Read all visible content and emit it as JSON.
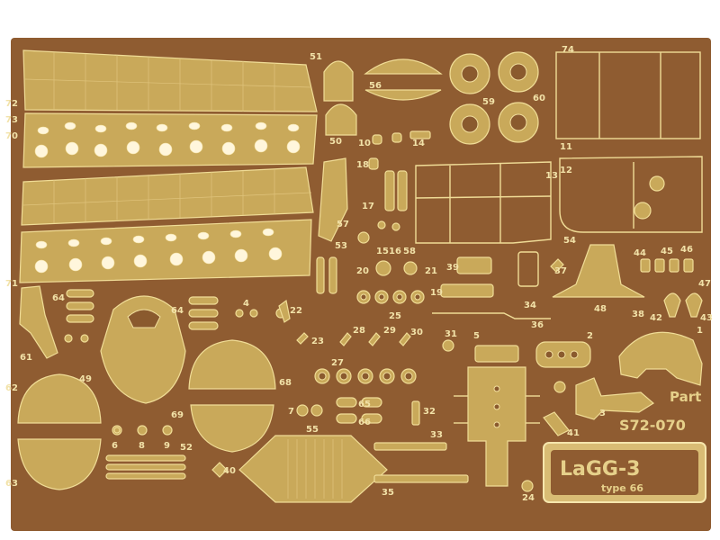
{
  "sheet": {
    "code": "S72-070",
    "part_text": "Part",
    "plate_title": "LaGG-3",
    "plate_subtitle": "type 66",
    "colors": {
      "fret": "#8f5c31",
      "brass": "#e8cf8a",
      "background": "#ffffff"
    }
  },
  "part_numbers": {
    "n72": "72",
    "n73": "73",
    "n70": "70",
    "n71": "71",
    "n51": "51",
    "n50": "50",
    "n56": "56",
    "n57": "57",
    "n53": "53",
    "n59": "59",
    "n60": "60",
    "n74": "74",
    "n10": "10",
    "n14": "14",
    "n18": "18",
    "n12": "12",
    "n13": "13",
    "n17": "17",
    "n15": "15",
    "n16": "16",
    "n58": "58",
    "n54": "54",
    "n64": "64",
    "n4": "4",
    "n22": "22",
    "n61": "61",
    "n49": "49",
    "n68": "68",
    "n62": "62",
    "n69": "69",
    "n63": "63",
    "n20": "20",
    "n21": "21",
    "n25": "25",
    "n39": "39",
    "n19": "19",
    "n34": "34",
    "n37": "37",
    "n36": "36",
    "n44": "44",
    "n45": "45",
    "n46": "46",
    "n47": "47",
    "n48": "48",
    "n38": "38",
    "n42": "42",
    "n43": "43",
    "n23": "23",
    "n28": "28",
    "n29": "29",
    "n30": "30",
    "n31": "31",
    "n5": "5",
    "n2": "2",
    "n27": "27",
    "n1": "1",
    "n7": "7",
    "n65": "65",
    "n66": "66",
    "n32": "32",
    "n3": "3",
    "n41": "41",
    "n6": "6",
    "n8": "8",
    "n9": "9",
    "n52": "52",
    "n40": "40",
    "n55": "55",
    "n33": "33",
    "n35": "35",
    "n24": "24",
    "n11": "11"
  }
}
